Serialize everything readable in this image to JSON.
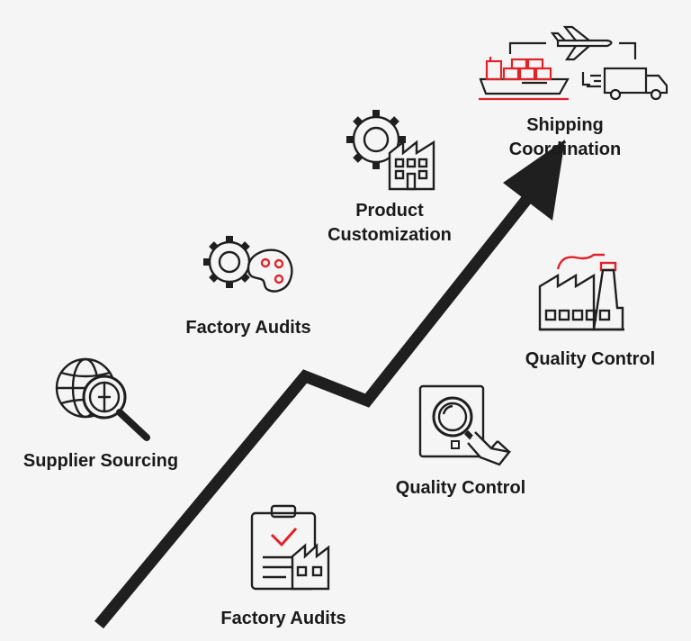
{
  "colors": {
    "ink": "#1f1f1f",
    "accent": "#e2222a",
    "background": "#f5f5f5"
  },
  "steps": [
    {
      "id": "supplier-sourcing",
      "lines": [
        "Supplier Sourcing"
      ],
      "icon": "globe-magnifier-icon"
    },
    {
      "id": "factory-audits-upper",
      "lines": [
        "Factory Audits"
      ],
      "icon": "gear-palette-icon"
    },
    {
      "id": "product-customization",
      "lines": [
        "Product",
        "Customization"
      ],
      "icon": "gear-factory-icon"
    },
    {
      "id": "shipping-coordination",
      "lines": [
        "Shipping",
        "Coordination"
      ],
      "icon": "ship-plane-truck-icon"
    },
    {
      "id": "quality-control-upper",
      "lines": [
        "Quality Control"
      ],
      "icon": "factory-smokestack-icon"
    },
    {
      "id": "quality-control-lower",
      "lines": [
        "Quality Control"
      ],
      "icon": "inspection-magnifier-icon"
    },
    {
      "id": "factory-audits-lower",
      "lines": [
        "Factory Audits"
      ],
      "icon": "clipboard-checklist-icon"
    }
  ]
}
